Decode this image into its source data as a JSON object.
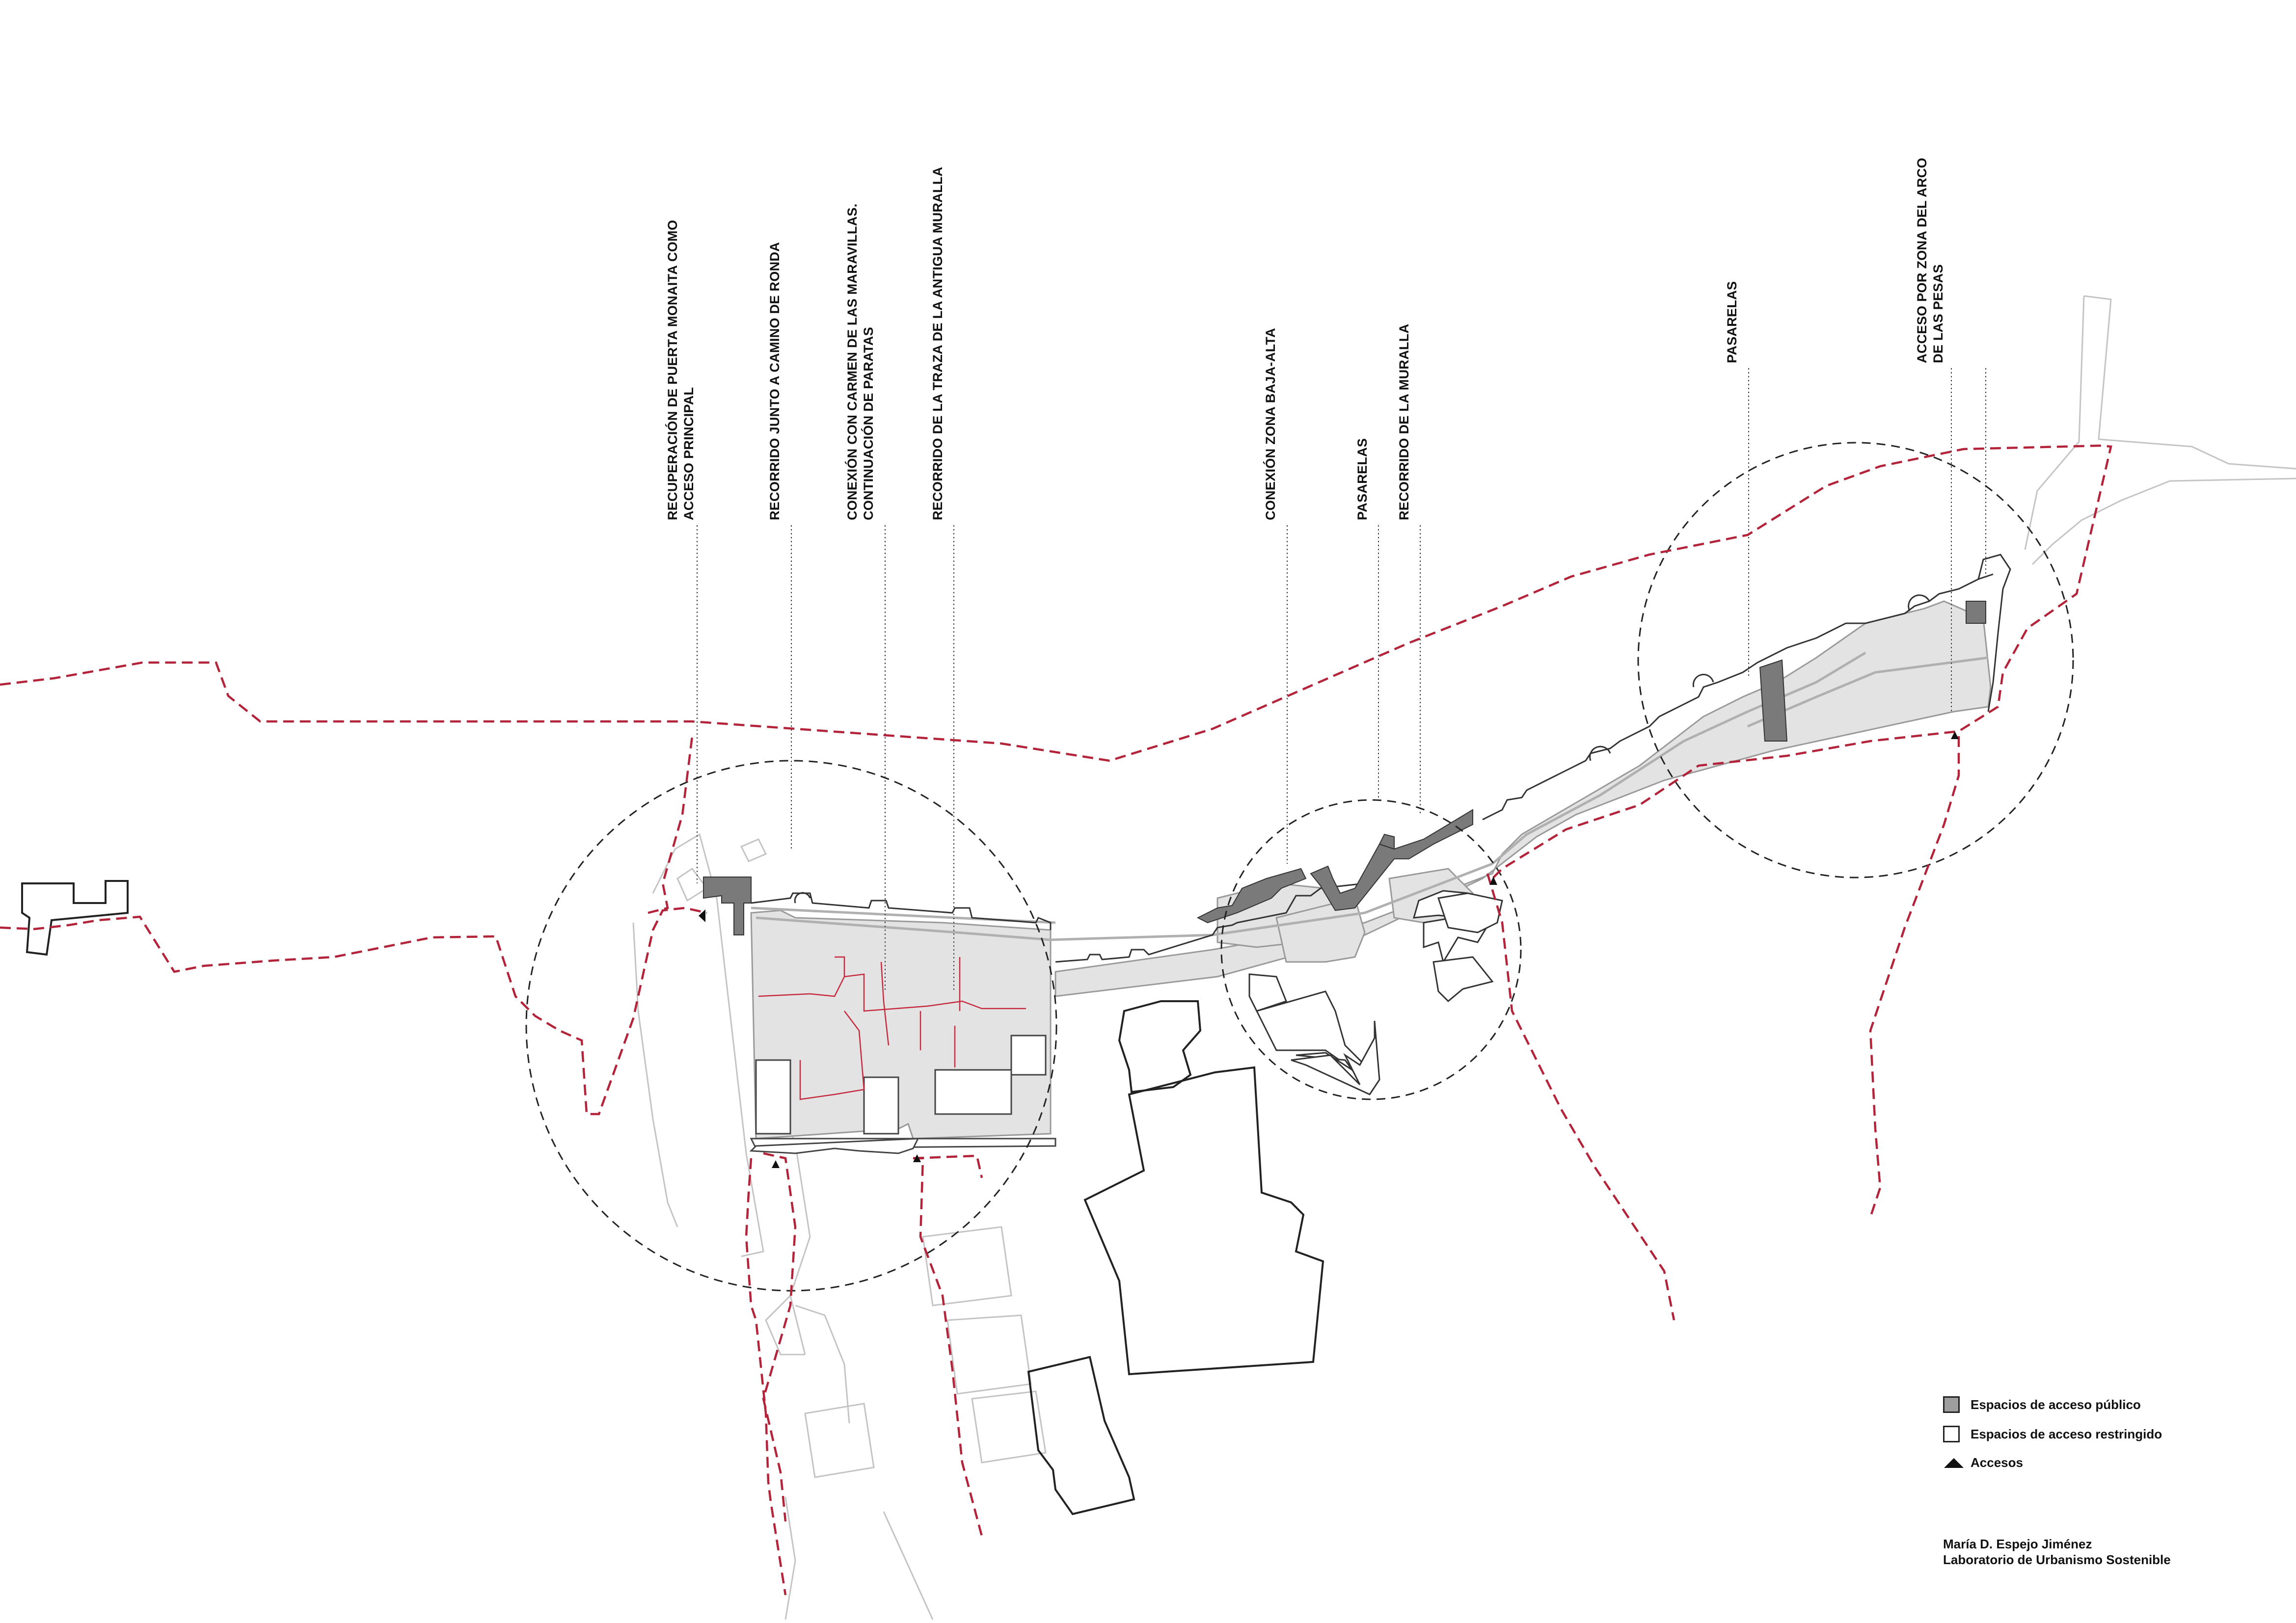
{
  "annotations": [
    {
      "id": "puerta-monaita",
      "lines": [
        "RECUPERACIÓN DE PUERTA MONAITA COMO",
        "ACCESO PRINCIPAL"
      ]
    },
    {
      "id": "camino-ronda",
      "lines": [
        "RECORRIDO JUNTO A CAMINO DE RONDA"
      ]
    },
    {
      "id": "carmen-maravillas",
      "lines": [
        "CONEXIÓN CON CARMEN DE LAS MARAVILLAS.",
        "CONTINUACIÓN DE PARATAS"
      ]
    },
    {
      "id": "traza-muralla",
      "lines": [
        "RECORRIDO DE LA TRAZA DE LA ANTIGUA MURALLA"
      ]
    },
    {
      "id": "zona-baja-alta",
      "lines": [
        "CONEXIÓN ZONA BAJA-ALTA"
      ]
    },
    {
      "id": "pasarelas-1",
      "lines": [
        "PASARELAS"
      ]
    },
    {
      "id": "recorrido-muralla",
      "lines": [
        "RECORRIDO DE LA MURALLA"
      ]
    },
    {
      "id": "pasarelas-2",
      "lines": [
        "PASARELAS"
      ]
    },
    {
      "id": "arco-pesas",
      "lines": [
        "ACCESO POR ZONA DEL ARCO",
        "DE LAS PESAS"
      ]
    }
  ],
  "legend": {
    "public": "Espacios de acceso público",
    "restricted": "Espacios de acceso restringido",
    "access": "Accesos"
  },
  "credits": {
    "author": "María D. Espejo Jiménez",
    "lab": "Laboratorio de Urbanismo Sostenible"
  },
  "colors": {
    "route_dashed": "#b3243a",
    "public_space": "#7a7a7a",
    "restricted_space": "#e3e3e3",
    "outline": "#222222",
    "light_outline": "#b8b8b8"
  }
}
